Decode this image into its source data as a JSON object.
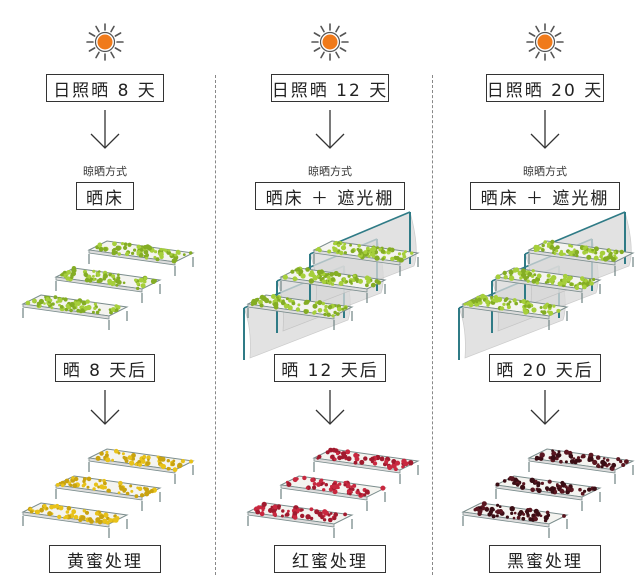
{
  "columns": [
    {
      "key": "yellow",
      "sun_days": "日照晒 8 天",
      "method_caption": "晾晒方式",
      "method": "晒床",
      "after": "晒 8 天后",
      "result": "黄蜜处理",
      "bean_color": "#e8c21a",
      "bean_accent": "#c9a310",
      "shade": false
    },
    {
      "key": "red",
      "sun_days": "日照晒 12 天",
      "method_caption": "晾晒方式",
      "method": "晒床 ＋ 遮光棚",
      "after": "晒 12 天后",
      "result": "红蜜处理",
      "bean_color": "#c8283f",
      "bean_accent": "#a11a2e",
      "shade": true
    },
    {
      "key": "black",
      "sun_days": "日照晒 20 天",
      "method_caption": "晾晒方式",
      "method": "晒床 ＋ 遮光棚",
      "after": "晒 20 天后",
      "result": "黑蜜处理",
      "bean_color": "#5a1620",
      "bean_accent": "#3a0d14",
      "shade": true
    }
  ],
  "colors": {
    "sun_core": "#f07a1a",
    "sun_ray": "#555555",
    "green_bean": "#a6cf3b",
    "green_bean_dark": "#84ad24",
    "bed_frame": "#7a8c8c",
    "shade_cloth": "#d9d9d9",
    "shade_post": "#2f7b86"
  },
  "icons": {
    "sun": "sun-icon",
    "arrow": "down-arrow-icon"
  }
}
